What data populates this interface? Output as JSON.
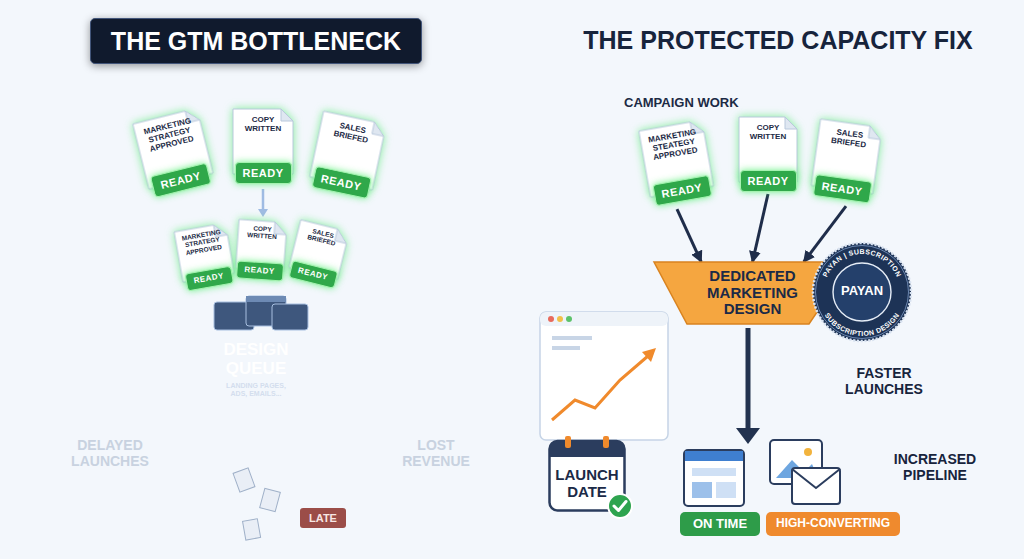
{
  "diagram": {
    "nodes": [
      {
        "text": [
          "THE GTM BOTTLENECK"
        ]
      },
      {
        "text": [
          "DESIGN QUEUE",
          "LANDING PAGES, ADS, EMAILS..."
        ]
      },
      {
        "text": [
          "MARKETING STRATEGY APPROVED"
        ],
        "in": 1
      },
      {
        "text": [
          "READY"
        ],
        "in": 2
      },
      {
        "text": [
          "COPY WRITTEN"
        ],
        "in": 1
      },
      {
        "text": [
          "READY"
        ],
        "in": 4
      },
      {
        "text": [
          "SALES BRIEFED"
        ],
        "in": 1
      },
      {
        "text": [
          "READY"
        ],
        "in": 6
      },
      {
        "text": [
          "MARKETING STRATEGY APPROVED"
        ],
        "in": 1
      },
      {
        "text": [
          "READY"
        ],
        "in": 8
      },
      {
        "text": [
          "COPY WRITTEN"
        ],
        "in": 1
      },
      {
        "text": [
          "READY"
        ],
        "in": 10
      },
      {
        "text": [
          "SALES BRIEFED"
        ],
        "in": 1
      },
      {
        "text": [
          "READY"
        ],
        "in": 12
      },
      {
        "text": [
          "LATE"
        ]
      },
      {
        "text": [
          "CAMPAIGN WORK"
        ]
      },
      {
        "text": [
          "MARKETING STEATEGY APPROVED"
        ],
        "in": 15
      },
      {
        "text": [
          "READY"
        ],
        "in": 16
      },
      {
        "text": [
          "COPY WRITTEN"
        ],
        "in": 15
      },
      {
        "text": [
          "READY"
        ],
        "in": 18
      },
      {
        "text": [
          "SALES BRIEFED"
        ],
        "in": 15
      },
      {
        "text": [
          "READY"
        ],
        "in": 20
      },
      {
        "text": [
          "DEDICATED MARKETING DESIGN"
        ],
        "in": 15
      },
      {
        "text": [
          "PAYAN | SUBSCRIPTION",
          "PAYAN",
          "SUBSCRIPTION DESIGN"
        ]
      },
      {
        "text": [
          "LAUNCH DATE"
        ]
      },
      {
        "text": [
          "ON TIME"
        ]
      },
      {
        "text": [
          "HIGH-CONVERTING"
        ]
      }
    ],
    "edges": [
      {
        "from": 16,
        "to": 22,
        "arrow": "to"
      },
      {
        "from": 18,
        "to": 22,
        "arrow": "to"
      },
      {
        "from": 20,
        "to": 22,
        "arrow": "to"
      }
    ],
    "labels": [
      "DELAYED LAUNCHES",
      "LOST REVENUE",
      "THE PROTECTED CAPACITY FIX",
      "FASTER LAUNCHES",
      "INCREASED PIPELINE"
    ]
  }
}
